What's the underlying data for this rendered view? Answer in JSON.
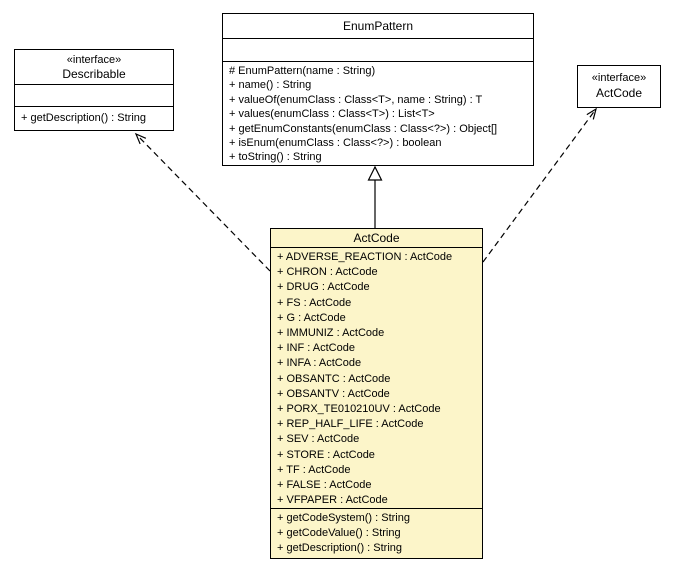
{
  "diagram": {
    "kind": "uml-class-diagram",
    "colors": {
      "background": "#FFFFFF",
      "box_fill": "#FFFFFF",
      "highlight_fill": "#FCF5C9",
      "border": "#000000",
      "text": "#000000"
    }
  },
  "describable": {
    "stereotype": "«interface»",
    "name": "Describable",
    "methods": [
      "+ getDescription() : String"
    ]
  },
  "enum_pattern": {
    "name": "EnumPattern",
    "methods": [
      "# EnumPattern(name : String)",
      "+ name() : String",
      "+ valueOf(enumClass : Class<T>, name : String) : T",
      "+ values(enumClass : Class<T>) : List<T>",
      "+ getEnumConstants(enumClass : Class<?>) : Object[]",
      "+ isEnum(enumClass : Class<?>) : boolean",
      "+ toString() : String"
    ]
  },
  "actcode_interface": {
    "stereotype": "«interface»",
    "name": "ActCode"
  },
  "actcode_class": {
    "name": "ActCode",
    "attributes": [
      "+ ADVERSE_REACTION : ActCode",
      "+ CHRON : ActCode",
      "+ DRUG : ActCode",
      "+ FS : ActCode",
      "+ G : ActCode",
      "+ IMMUNIZ : ActCode",
      "+ INF : ActCode",
      "+ INFA : ActCode",
      "+ OBSANTC : ActCode",
      "+ OBSANTV : ActCode",
      "+ PORX_TE010210UV : ActCode",
      "+ REP_HALF_LIFE : ActCode",
      "+ SEV : ActCode",
      "+ STORE : ActCode",
      "+ TF : ActCode",
      "+ FALSE : ActCode",
      "+ VFPAPER : ActCode"
    ],
    "methods": [
      "+ getCodeSystem() : String",
      "+ getCodeValue() : String",
      "+ getDescription() : String"
    ]
  },
  "relationships": [
    {
      "from": "ActCode",
      "to": "Describable",
      "type": "realization",
      "style": "dashed-open-arrow"
    },
    {
      "from": "ActCode",
      "to": "EnumPattern",
      "type": "generalization",
      "style": "solid-hollow-triangle"
    },
    {
      "from": "ActCode",
      "to": "ActCode (interface)",
      "type": "realization",
      "style": "dashed-open-arrow"
    }
  ]
}
